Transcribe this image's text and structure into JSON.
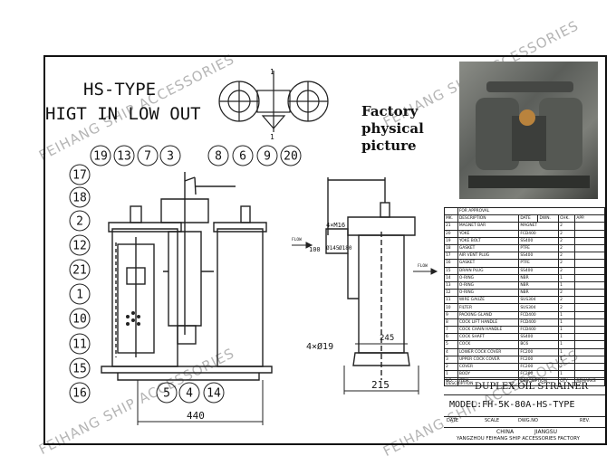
{
  "header": {
    "type_line": "HS-TYPE",
    "flow_line": "HIGT IN LOW OUT",
    "photo_caption": [
      "Factory",
      "physical",
      "picture"
    ]
  },
  "watermark": "FEIHANG SHIP ACCESSORIES",
  "callouts_top": [
    "19",
    "13",
    "7",
    "3",
    "8",
    "6",
    "9",
    "20"
  ],
  "callouts_left": [
    "17",
    "18",
    "2",
    "12",
    "21",
    "1",
    "10",
    "11",
    "15",
    "16"
  ],
  "callouts_bottom": [
    "5",
    "4",
    "14"
  ],
  "dimensions": {
    "overall_width": "440",
    "port_dim": "4×M16",
    "flange_inner": "100",
    "flange_d1": "Ø145",
    "flange_d2": "Ø180",
    "base_holes": "4×Ø19",
    "base_width": "245",
    "foot_width": "215",
    "flow": "FLOW",
    "view_mark": "1"
  },
  "bom": {
    "approval_title": "FOR APPROVAL",
    "approval_cols": [
      "MK.",
      "DESCRIPTION",
      "DATE",
      "DWN.",
      "CHK.",
      "APP."
    ],
    "rows": [
      [
        "21",
        "MAGNET BAR",
        "MAGNET",
        "2"
      ],
      [
        "20",
        "YOKE",
        "FCD400",
        "2"
      ],
      [
        "19",
        "YOKE BOLT",
        "SS400",
        "2"
      ],
      [
        "18",
        "GASKET",
        "PTFE",
        "2"
      ],
      [
        "17",
        "AIR VENT PLUG",
        "SS400",
        "2"
      ],
      [
        "16",
        "GASKET",
        "PTFE",
        "2"
      ],
      [
        "15",
        "DRAIN PLUG",
        "SS400",
        "2"
      ],
      [
        "14",
        "O-RING",
        "NBR",
        "1"
      ],
      [
        "13",
        "O-RING",
        "NBR",
        "1"
      ],
      [
        "12",
        "O-RING",
        "NBR",
        "2"
      ],
      [
        "11",
        "WIRE GAUZE",
        "SUS304",
        "2"
      ],
      [
        "10",
        "FILTER",
        "SUS304",
        "2"
      ],
      [
        "9",
        "PACKING GLAND",
        "FCD400",
        "1"
      ],
      [
        "8",
        "COCK LIFT HANDLE",
        "FCD400",
        "1"
      ],
      [
        "7",
        "COCK CHAIN HANDLE",
        "FCD400",
        "1"
      ],
      [
        "6",
        "COCK SHAFT",
        "SS400",
        "1"
      ],
      [
        "5",
        "COCK",
        "BC6",
        "1"
      ],
      [
        "4",
        "LOWER COCK COVER",
        "FC200",
        "1"
      ],
      [
        "3",
        "UPPER COCK COVER",
        "FC200",
        "1"
      ],
      [
        "2",
        "COVER",
        "FC200",
        "2"
      ],
      [
        "1",
        "BODY",
        "FC200",
        "1"
      ]
    ],
    "cols": [
      "NO.",
      "ITEM",
      "DESCRIPTION",
      "QTY",
      "REMARKS"
    ]
  },
  "title_block": {
    "desc_label": "DESCRIPTION",
    "product": "DUPLEX OIL STRAINER",
    "model": "MODEL:FH-5K-80A-HS-TYPE",
    "date_label": "DATE",
    "scale_label": "SCALE",
    "dwg_label": "DWG.NO",
    "rev_label": "REV.",
    "country": "CHINA",
    "province": "JIANGSU",
    "company": "YANGZHOU FEIHANG SHIP ACCESSORIES FACTORY"
  }
}
